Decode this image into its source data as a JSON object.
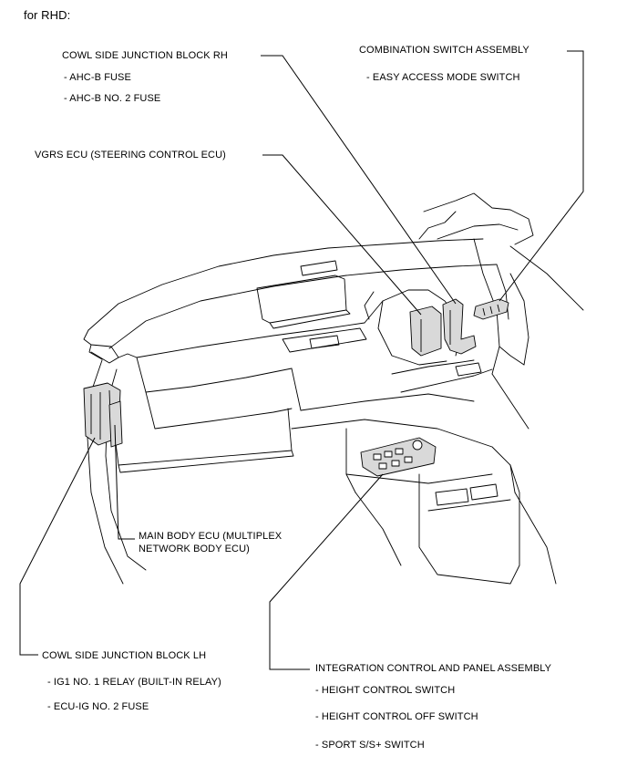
{
  "heading": "for RHD:",
  "labels": {
    "cowl_rh": {
      "title": "COWL SIDE JUNCTION BLOCK RH",
      "items": [
        "- AHC-B FUSE",
        "- AHC-B NO. 2 FUSE"
      ]
    },
    "combination_switch": {
      "title": "COMBINATION SWITCH ASSEMBLY",
      "items": [
        "- EASY ACCESS MODE SWITCH"
      ]
    },
    "vgrs_ecu": {
      "title": "VGRS ECU (STEERING CONTROL ECU)"
    },
    "main_body_ecu": {
      "line1": "MAIN BODY ECU (MULTIPLEX",
      "line2": "NETWORK BODY ECU)"
    },
    "cowl_lh": {
      "title": "COWL SIDE JUNCTION BLOCK LH",
      "items": [
        "- IG1 NO. 1 RELAY (BUILT-IN RELAY)",
        "- ECU-IG NO. 2 FUSE"
      ]
    },
    "integration_control": {
      "title": "INTEGRATION CONTROL AND PANEL ASSEMBLY",
      "items": [
        "- HEIGHT CONTROL SWITCH",
        "- HEIGHT CONTROL OFF SWITCH",
        "- SPORT S/S+ SWITCH"
      ]
    }
  },
  "colors": {
    "ink": "#000000",
    "background": "#ffffff",
    "part_fill": "#d9d9d9"
  }
}
